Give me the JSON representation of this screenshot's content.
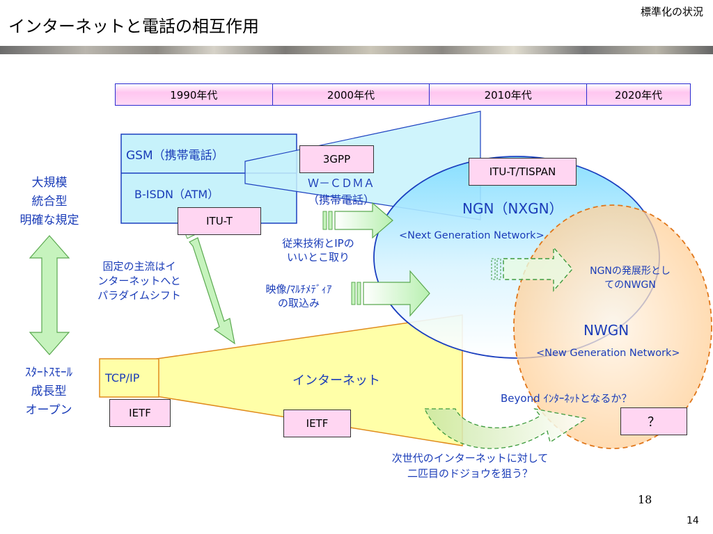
{
  "header": {
    "title": "インターネットと電話の相互作用",
    "section": "標準化の状況"
  },
  "timeline": [
    "1990年代",
    "2000年代",
    "2010年代",
    "2020年代"
  ],
  "left": {
    "top": [
      "大規模",
      "統合型",
      "明確な規定"
    ],
    "bottom": [
      "ｽﾀｰﾄｽﾓｰﾙ",
      "成長型",
      "オープン"
    ]
  },
  "phone": {
    "gsm": "GSM（携帯電話）",
    "bisdn": "B-ISDN（ATM）",
    "itut": "ITU-T",
    "gpp": "3GPP",
    "wcdma": [
      "Ｗ－ＣＤＭＡ",
      "（携帯電話）"
    ]
  },
  "ngn": {
    "tispan": "ITU-T/TISPAN",
    "title": "NGN（NXGN）",
    "subtitle": "<Next Generation Network>"
  },
  "nwgn": {
    "title": "NWGN",
    "subtitle": "<New Generation Network>",
    "question": "？"
  },
  "captions": {
    "legacy": [
      "従来技術とIPの",
      "いいとこ取り"
    ],
    "media": [
      "映像/ﾏﾙﾁﾒﾃﾞｨｱ",
      "の取込み"
    ],
    "paradigm": [
      "固定の主流はイ",
      "ンターネットへと",
      "パラダイムシフト"
    ],
    "ngn_dev": [
      "NGNの発展形とし",
      "てのNWGN"
    ],
    "beyond": "Beyond ｲﾝﾀｰﾈｯﾄとなるか？",
    "next_gen": [
      "次世代のインターネットに対して",
      "二匹目のドジョウを狙う？"
    ]
  },
  "internet": {
    "tcpip": "TCP/IP",
    "ietf1": "IETF",
    "ietf2": "IETF",
    "label": "インターネット"
  },
  "footer": {
    "slide_no": "18",
    "page_no": "14"
  }
}
